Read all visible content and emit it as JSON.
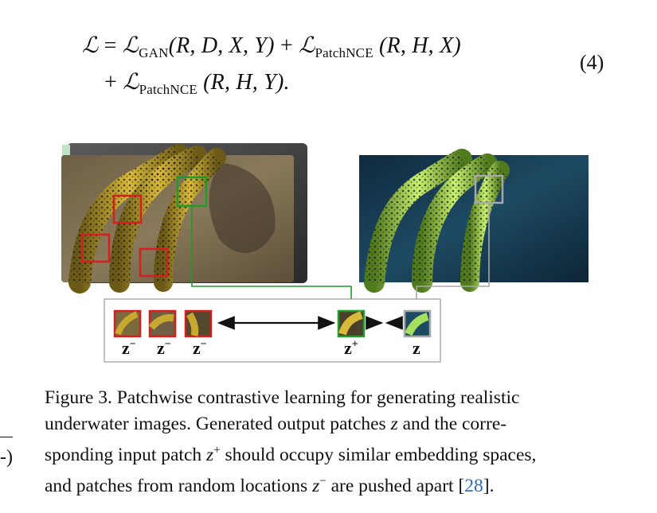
{
  "equation": {
    "line1": {
      "lhs": "ℒ",
      "eq": "=",
      "t1": "ℒ",
      "t1_sub": "GAN",
      "t1_args": "(R, D, X, Y)",
      "plus": "+",
      "t2": "ℒ",
      "t2_sub": "PatchNCE",
      "t2_args": "(R, H, X)"
    },
    "line2": {
      "plus": "+",
      "t3": "ℒ",
      "t3_sub": "PatchNCE",
      "t3_args": "(R, H, Y)."
    },
    "number": "(4)"
  },
  "figure": {
    "labels": {
      "neg1": "z",
      "neg2": "z",
      "neg3": "z",
      "neg_sup": "−",
      "pos": "z",
      "pos_sup": "+",
      "query": "z"
    },
    "colors": {
      "negative_box": "#d41f1f",
      "positive_box": "#1f9a2b",
      "query_box": "#a8a8a8"
    }
  },
  "caption": {
    "line1": "Figure 3.  Patchwise contrastive learning for generating realistic",
    "line2_a": "underwater images.  Generated output patches",
    "line2_z": "z",
    "line2_b": "and the corre-",
    "line3_a": "sponding input patch",
    "line3_z": "z",
    "line3_sup": "+",
    "line3_b": "should occupy similar embedding spaces,",
    "line4_a": "and patches from random locations",
    "line4_z": "z",
    "line4_sup": "−",
    "line4_b": "are pushed apart [",
    "line4_cite": "28",
    "line4_c": "]."
  },
  "margin_fragment": "-)"
}
